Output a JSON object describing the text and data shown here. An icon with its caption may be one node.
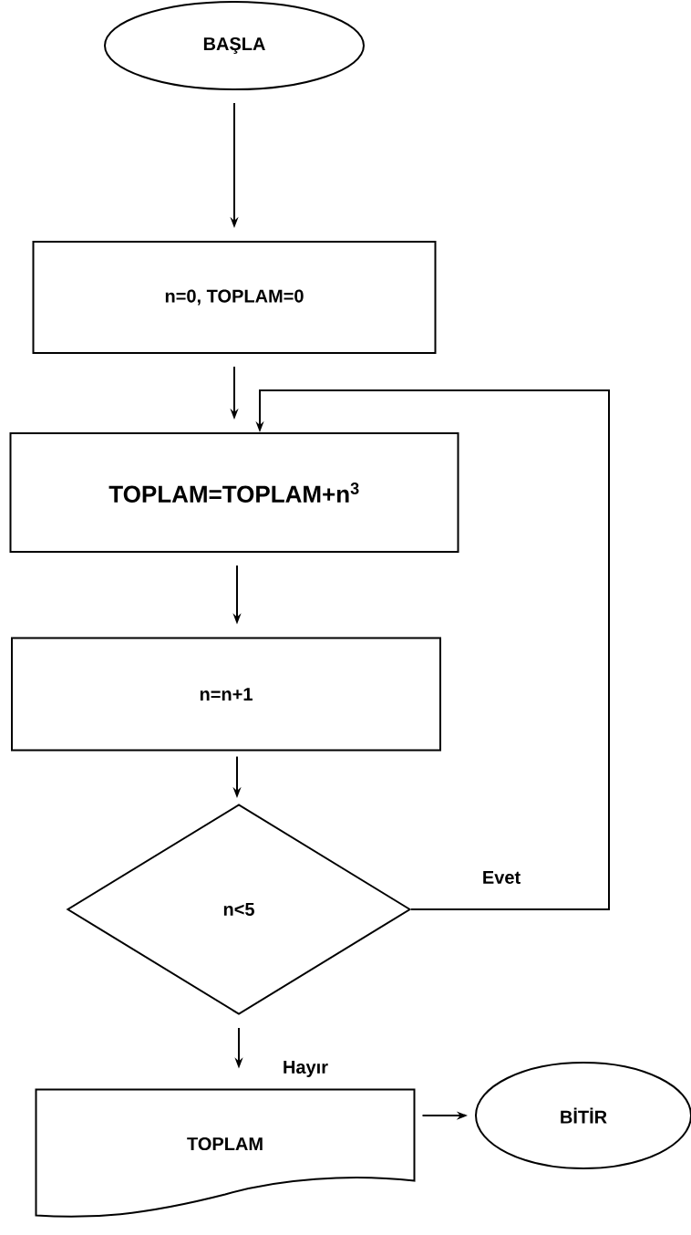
{
  "diagram": {
    "nodes": [
      {
        "text": [
          "BAŞLA"
        ]
      },
      {
        "text": [
          "n=0, TOPLAM=0"
        ]
      },
      {
        "text": [
          "TOPLAM=TOPLAM+n$^{3}$"
        ]
      },
      {
        "text": [
          "n=n+1"
        ]
      },
      {
        "text": [
          "n<5"
        ]
      },
      {
        "text": [
          "TOPLAM"
        ]
      },
      {
        "text": [
          "BİTİR"
        ]
      }
    ],
    "edges": [
      {
        "from": 0,
        "to": 1,
        "arrow": "to"
      },
      {
        "from": 1,
        "to": 2,
        "arrow": "to"
      },
      {
        "from": 2,
        "to": 3,
        "arrow": "to"
      },
      {
        "from": 3,
        "to": 4,
        "arrow": "to"
      },
      {
        "from": 4,
        "to": 2,
        "arrow": "to",
        "label": "Evet"
      },
      {
        "from": 4,
        "to": 5,
        "arrow": "to",
        "label": "Hayır"
      },
      {
        "from": 5,
        "to": 6,
        "arrow": "to"
      }
    ]
  }
}
